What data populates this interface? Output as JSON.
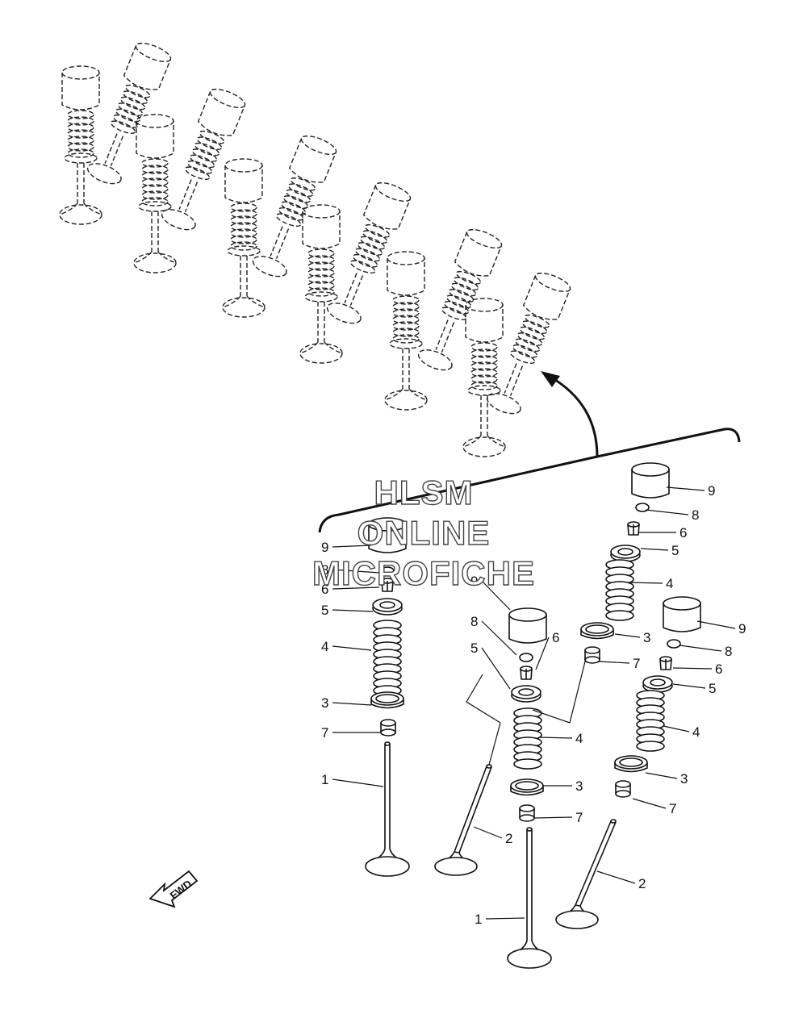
{
  "watermark": {
    "line1": "HLSM",
    "line2": "ONLINE",
    "line3": "MICROFICHE"
  },
  "fwd_label": "FWD",
  "callouts": [
    {
      "id": "c9a",
      "text": "9"
    },
    {
      "id": "c8a",
      "text": "8"
    },
    {
      "id": "c6a",
      "text": "6"
    },
    {
      "id": "c5a",
      "text": "5"
    },
    {
      "id": "c4a",
      "text": "4"
    },
    {
      "id": "c3a",
      "text": "3"
    },
    {
      "id": "c7a",
      "text": "7"
    },
    {
      "id": "c1a",
      "text": "1"
    },
    {
      "id": "c9b",
      "text": "9"
    },
    {
      "id": "c8b",
      "text": "8"
    },
    {
      "id": "c6b",
      "text": "6"
    },
    {
      "id": "c5b",
      "text": "5"
    },
    {
      "id": "c4b",
      "text": "4"
    },
    {
      "id": "c3b",
      "text": "3"
    },
    {
      "id": "c7b",
      "text": "7"
    },
    {
      "id": "c2b",
      "text": "2"
    },
    {
      "id": "c1b",
      "text": "1"
    },
    {
      "id": "c9c",
      "text": "9"
    },
    {
      "id": "c8c",
      "text": "8"
    },
    {
      "id": "c6c",
      "text": "6"
    },
    {
      "id": "c5c",
      "text": "5"
    },
    {
      "id": "c4c",
      "text": "4"
    },
    {
      "id": "c3c",
      "text": "3"
    },
    {
      "id": "c7c",
      "text": "7"
    },
    {
      "id": "c9d",
      "text": "9"
    },
    {
      "id": "c8d",
      "text": "8"
    },
    {
      "id": "c6d",
      "text": "6"
    },
    {
      "id": "c5d",
      "text": "5"
    },
    {
      "id": "c4d",
      "text": "4"
    },
    {
      "id": "c3d",
      "text": "3"
    },
    {
      "id": "c7d",
      "text": "7"
    },
    {
      "id": "c2d",
      "text": "2"
    }
  ]
}
